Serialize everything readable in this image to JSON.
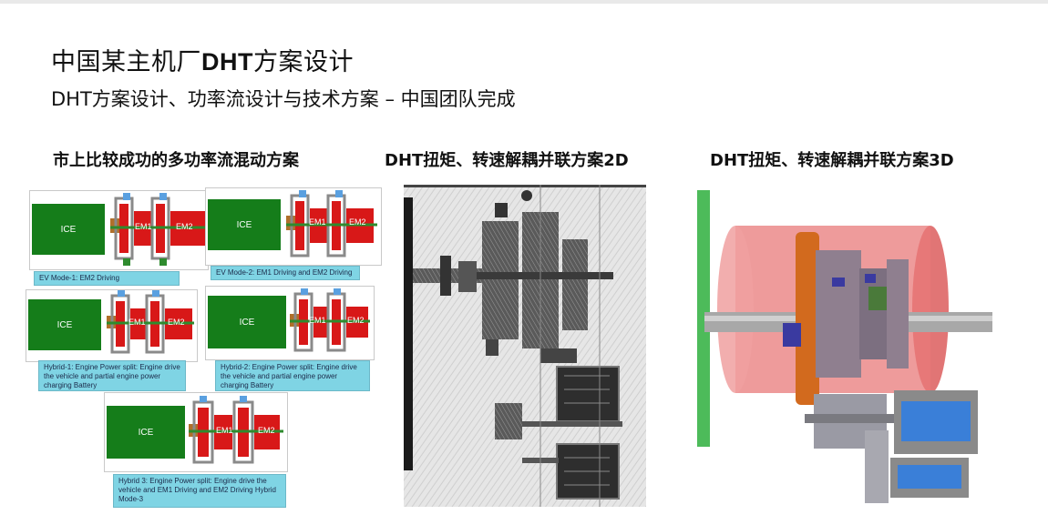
{
  "header": {
    "title_cn_1": "中国某主机厂",
    "title_bold": "DHT",
    "title_cn_2": "方案设计",
    "subtitle": "DHT方案设计、功率流设计与技术方案 – 中国团队完成"
  },
  "columns": {
    "left_title": "市上比较成功的多功率流混动方案",
    "middle_title": "DHT扭矩、转速解耦并联方案2D",
    "right_title": "DHT扭矩、转速解耦并联方案3D"
  },
  "diagrams": [
    {
      "ice": "ICE",
      "em1": "EM1",
      "em2": "EM2",
      "caption": "EV Mode-1: EM2 Driving"
    },
    {
      "ice": "ICE",
      "em1": "EM1",
      "em2": "EM2",
      "caption": "EV Mode-2: EM1 Driving and EM2 Driving"
    },
    {
      "ice": "ICE",
      "em1": "EM1",
      "em2": "EM2",
      "caption": "Hybrid-1: Engine Power split: Engine drive the vehicle and partial engine power charging Battery"
    },
    {
      "ice": "ICE",
      "em1": "EM1",
      "em2": "EM2",
      "caption": "Hybrid-2: Engine Power split: Engine drive the vehicle and partial engine power charging Battery"
    },
    {
      "ice": "ICE",
      "em1": "EM1",
      "em2": "EM2",
      "caption": "Hybrid 3: Engine Power split: Engine drive the vehicle and EM1 Driving and EM2 Driving Hybrid Mode-3"
    }
  ],
  "colors": {
    "ice_green": "#157d1a",
    "motor_red": "#d81818",
    "caption_blue": "#7fd4e4",
    "gear_gray": "#8a8a8a",
    "housing_red": "#e87a7a",
    "motor_blue": "#3a7fd8"
  }
}
